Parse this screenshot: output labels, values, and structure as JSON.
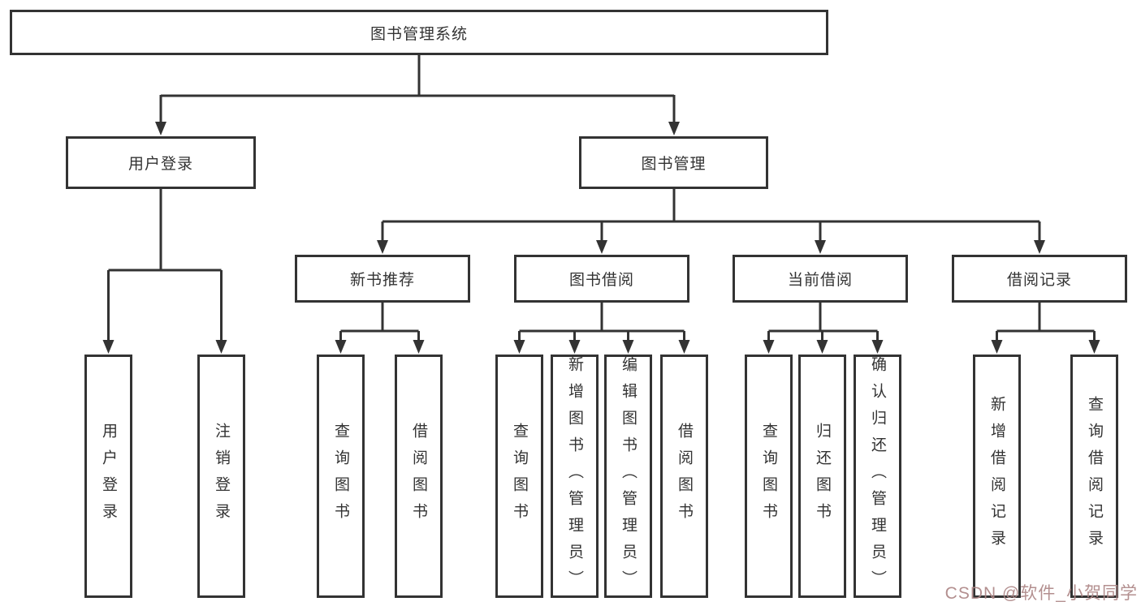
{
  "diagram": {
    "root": {
      "label": "图书管理系统"
    },
    "level2": [
      {
        "label": "用户登录",
        "children": [
          {
            "label": "用户登录"
          },
          {
            "label": "注销登录"
          }
        ]
      },
      {
        "label": "图书管理",
        "children": [
          {
            "label": "新书推荐",
            "children": [
              {
                "label": "查询图书"
              },
              {
                "label": "借阅图书"
              }
            ]
          },
          {
            "label": "图书借阅",
            "children": [
              {
                "label": "查询图书"
              },
              {
                "label": "新增图书（管理员）"
              },
              {
                "label": "编辑图书（管理员）"
              },
              {
                "label": "借阅图书"
              }
            ]
          },
          {
            "label": "当前借阅",
            "children": [
              {
                "label": "查询图书"
              },
              {
                "label": "归还图书"
              },
              {
                "label": "确认归还（管理员）"
              }
            ]
          },
          {
            "label": "借阅记录",
            "children": [
              {
                "label": "新增借阅记录"
              },
              {
                "label": "查询借阅记录"
              }
            ]
          }
        ]
      }
    ]
  },
  "colors": {
    "line": "#333333",
    "text": "#333333",
    "watermark_text": "#ac8686"
  },
  "watermark": {
    "text": "CSDN @软件_小贺同学"
  }
}
